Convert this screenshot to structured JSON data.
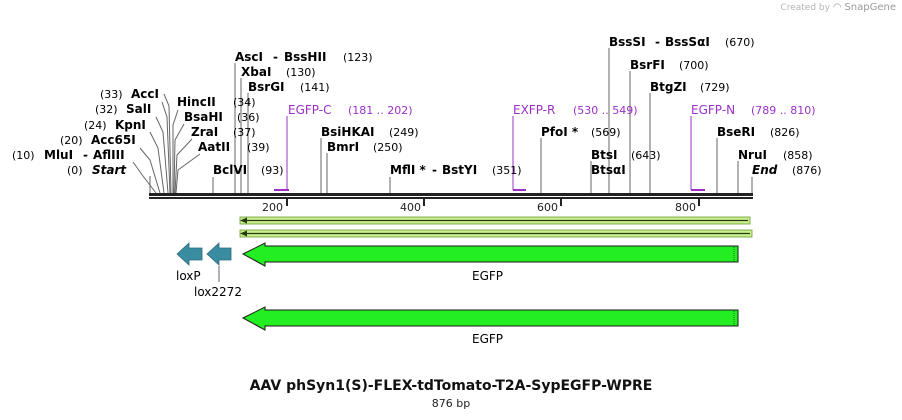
{
  "credit": {
    "prefix": "Created by",
    "brand": "SnapGene"
  },
  "title": "AAV phSyn1(S)-FLEX-tdTomato-T2A-SypEGFP-WPRE",
  "subtitle": "876 bp",
  "colors": {
    "backbone": "#222222",
    "primer": "#9b30c8",
    "feature_green": "#22ee22",
    "feature_outline": "#1a1a1a",
    "loxp": "#3a8ca0",
    "primer_bind": "#c8f090"
  },
  "ruler": {
    "ticks": [
      "200",
      "400",
      "600",
      "800"
    ]
  },
  "sites": [
    {
      "name": "Start",
      "pos": "(0)",
      "italic": true
    },
    {
      "name": "MluI",
      "pos": "(10)",
      "name2": "AflIII"
    },
    {
      "name": "Acc65I",
      "pos": "(20)"
    },
    {
      "name": "KpnI",
      "pos": "(24)"
    },
    {
      "name": "SalI",
      "pos": "(32)"
    },
    {
      "name": "AccI",
      "pos": "(33)"
    },
    {
      "name": "HincII",
      "pos": "(34)"
    },
    {
      "name": "BsaHI",
      "pos": "(36)"
    },
    {
      "name": "ZraI",
      "pos": "(37)"
    },
    {
      "name": "AatII",
      "pos": "(39)"
    },
    {
      "name": "BclVI",
      "pos": "(93)"
    },
    {
      "name": "AscI",
      "pos": "(123)",
      "name2": "BssHII"
    },
    {
      "name": "XbaI",
      "pos": "(130)"
    },
    {
      "name": "BsrGI",
      "pos": "(141)"
    },
    {
      "name": "BsiHKAI",
      "pos": "(249)"
    },
    {
      "name": "BmrI",
      "pos": "(250)"
    },
    {
      "name": "MflI *",
      "pos": "(351)",
      "name2": "BstYI"
    },
    {
      "name": "PfoI *",
      "pos": "(569)"
    },
    {
      "name": "BtsI",
      "pos": "(643)"
    },
    {
      "name": "BtsαI",
      "pos": ""
    },
    {
      "name": "BssSI",
      "pos": "(670)",
      "name2": "BssSαI"
    },
    {
      "name": "BsrFI",
      "pos": "(700)"
    },
    {
      "name": "BtgZI",
      "pos": "(729)"
    },
    {
      "name": "BseRI",
      "pos": "(826)"
    },
    {
      "name": "NruI",
      "pos": "(858)"
    },
    {
      "name": "End",
      "pos": "(876)",
      "italic": true
    }
  ],
  "primers": [
    {
      "name": "EGFP-C",
      "range": "(181 .. 202)"
    },
    {
      "name": "EXFP-R",
      "range": "(530 .. 549)"
    },
    {
      "name": "EGFP-N",
      "range": "(789 .. 810)"
    }
  ],
  "features": [
    {
      "name": "loxP"
    },
    {
      "name": "lox2272"
    },
    {
      "name": "EGFP"
    },
    {
      "name": "EGFP"
    }
  ]
}
